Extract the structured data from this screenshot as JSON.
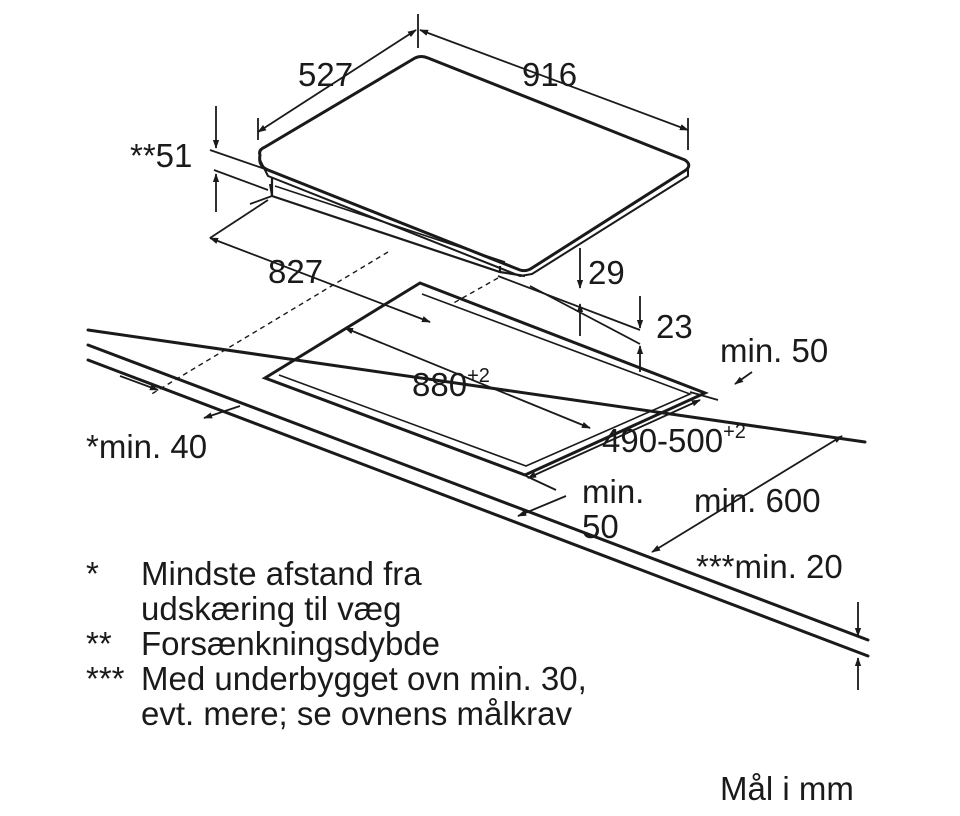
{
  "dimensions": {
    "depth": "527",
    "width": "916",
    "recess_depth": "**51",
    "frame_width": "827",
    "thickness_top": "29",
    "thickness_bottom": "23",
    "cutout_width": "880",
    "cutout_width_tol": "+2",
    "cutout_depth": "490-500",
    "cutout_depth_tol": "+2",
    "min_wall_distance": "*min. 40",
    "min_rear": "min. 50",
    "min_front_line1": "min.",
    "min_front_line2": "50",
    "min_worktop_depth": "min. 600",
    "min_worktop_thickness": "***min. 20"
  },
  "legend": [
    {
      "mark": "*",
      "lines": [
        "Mindste afstand fra",
        "udskæring til væg"
      ]
    },
    {
      "mark": "**",
      "lines": [
        "Forsænkningsdybde"
      ]
    },
    {
      "mark": "***",
      "lines": [
        "Med underbygget ovn min. 30,",
        "evt. mere; se ovnens målkrav"
      ]
    }
  ],
  "units_note": "Mål i mm"
}
